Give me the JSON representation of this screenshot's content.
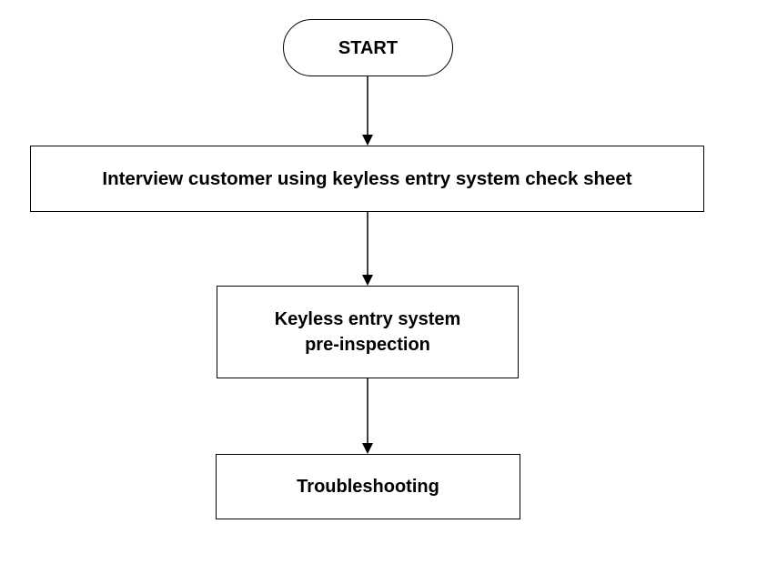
{
  "flowchart": {
    "start": {
      "label": "START"
    },
    "step1": {
      "label": "Interview customer using keyless entry system check sheet"
    },
    "step2": {
      "line1": "Keyless entry system",
      "line2": "pre-inspection"
    },
    "step3": {
      "label": "Troubleshooting"
    }
  },
  "colors": {
    "stroke": "#000000",
    "background": "#ffffff"
  }
}
